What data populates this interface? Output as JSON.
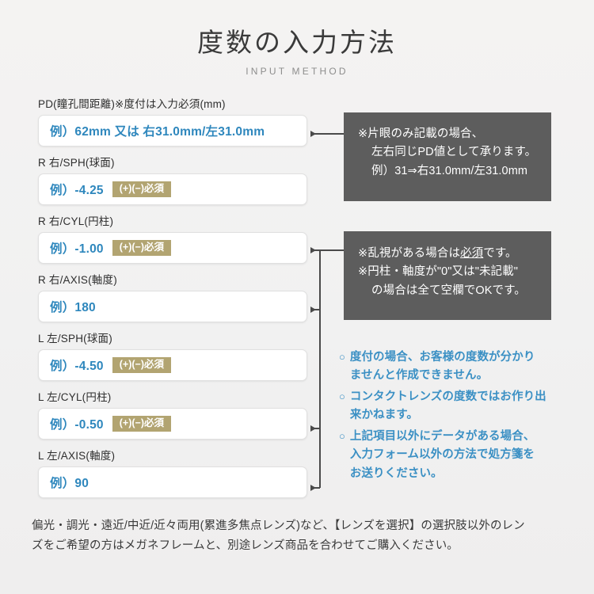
{
  "header": {
    "title_ja": "度数の入力方法",
    "title_en": "INPUT METHOD"
  },
  "colors": {
    "background": "#f2f2f2",
    "placeholder_blue": "#2e87bd",
    "badge_khaki": "#b2a471",
    "callout_gray": "#5d5d5d",
    "note_blue": "#3b90c4",
    "connector_gray": "#4a4a4a"
  },
  "form": {
    "fields": [
      {
        "id": "pd",
        "label": "PD(瞳孔間距離)※度付は入力必須(mm)",
        "placeholder": "例）62mm 又は 右31.0mm/左31.0mm",
        "badge": ""
      },
      {
        "id": "r-sph",
        "label": "R 右/SPH(球面)",
        "placeholder": "例）-4.25",
        "badge": "(+)(−)必須"
      },
      {
        "id": "r-cyl",
        "label": "R 右/CYL(円柱)",
        "placeholder": "例）-1.00",
        "badge": "(+)(−)必須"
      },
      {
        "id": "r-axis",
        "label": "R 右/AXIS(軸度)",
        "placeholder": "例）180",
        "badge": ""
      },
      {
        "id": "l-sph",
        "label": "L 左/SPH(球面)",
        "placeholder": "例）-4.50",
        "badge": "(+)(−)必須"
      },
      {
        "id": "l-cyl",
        "label": "L 左/CYL(円柱)",
        "placeholder": "例）-0.50",
        "badge": "(+)(−)必須"
      },
      {
        "id": "l-axis",
        "label": "L 左/AXIS(軸度)",
        "placeholder": "例）90",
        "badge": ""
      }
    ]
  },
  "callouts": {
    "pd": {
      "line1": "※片眼のみ記載の場合、",
      "line2": "左右同じPD値として承ります。",
      "line3": "例）31⇒右31.0mm/左31.0mm"
    },
    "cyl": {
      "line1_a": "※乱視がある場合は",
      "line1_u": "必須",
      "line1_b": "です。",
      "line2": "※円柱・軸度が\"0\"又は\"未記載\"",
      "line3": "の場合は全て空欄でOKです。"
    }
  },
  "notes": {
    "bullet_glyph": "○",
    "items": [
      [
        "度付の場合、お客様の度数が分かり",
        "ませんと作成できません。"
      ],
      [
        "コンタクトレンズの度数ではお作り出",
        "来かねます。"
      ],
      [
        "上記項目以外にデータがある場合、",
        "入力フォーム以外の方法で処方箋を",
        "お送りください。"
      ]
    ]
  },
  "footer": {
    "line1": "偏光・調光・遠近/中近/近々両用(累進多焦点レンズ)など、【レンズを選択】の選択肢以外のレン",
    "line2": "ズをご希望の方はメガネフレームと、別途レンズ商品を合わせてご購入ください。"
  }
}
